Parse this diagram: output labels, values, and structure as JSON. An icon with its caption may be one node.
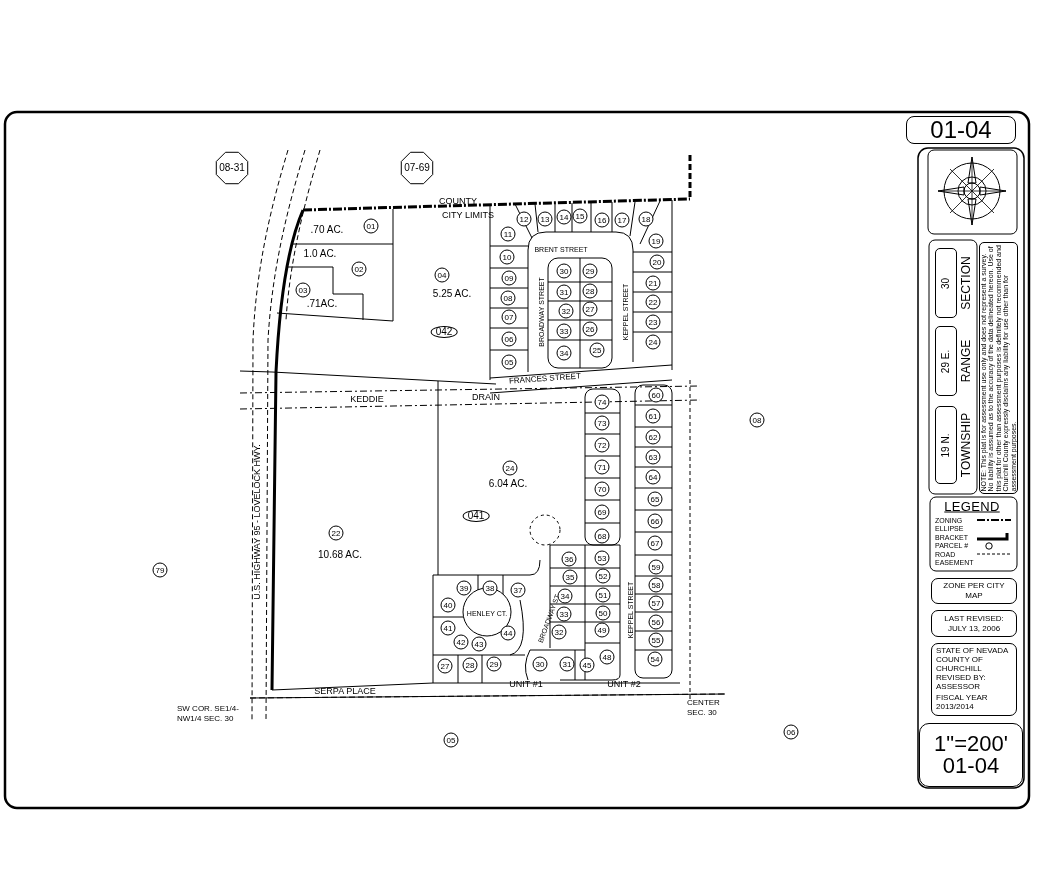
{
  "diagram": {
    "nodes": [
      {
        "text": [
          "01-04"
        ]
      },
      {
        "text": [
          "30"
        ],
        "beside": [
          "SECTION"
        ]
      },
      {
        "text": [
          "29 E."
        ],
        "beside": [
          "RANGE"
        ]
      },
      {
        "text": [
          "19 N."
        ],
        "beside": [
          "TOWNSHIP"
        ]
      },
      {
        "text": [
          "NOTE: This plat is for assessment use only and does not represent a survey. No liability is assumed as to the accuracy of the data delineated hereon. Use of this plat for other than assessment purposes is definitely not recommended and Churchill County expressly disclaims any liability for use other than for assessment purposes."
        ]
      },
      {
        "text": [
          "ZONE PER CITY MAP"
        ]
      },
      {
        "text": [
          "LAST REVISED: JULY 13, 2006"
        ]
      },
      {
        "text": [
          "STATE OF NEVADA COUNTY OF CHURCHILL REVISED BY: ASSESSOR",
          "FISCAL YEAR 2013/2014"
        ]
      },
      {
        "text": [
          "1\"=200'",
          "01-04"
        ]
      }
    ],
    "labels": [
      "LEGEND",
      "08-31",
      "07-69",
      "COUNTY",
      "CITY LIMITS",
      ".70 AC.",
      "01",
      "1.0 AC.",
      "02",
      "03",
      ".71AC.",
      "04",
      "5.25 AC.",
      "042",
      "BRENT STREET",
      "BROADWAY STREET",
      "KEPPEL STREET",
      "FRANCES STREET",
      "KEDDIE",
      "DRAIN",
      "08",
      "24",
      "6.04 AC.",
      "041",
      "22",
      "10.68 AC.",
      "79",
      "U.S. HIGHWAY 95 - LOVELOCK HWY.",
      "HENLEY CT.",
      "BROADWAY ST.",
      "KEPPEL STREET",
      "SERPA PLACE",
      "UNIT #1",
      "UNIT #2",
      "CENTER SEC. 30",
      "SW COR. SE1/4-NW1/4 SEC. 30",
      "05",
      "06",
      "12",
      "13",
      "14",
      "15",
      "16",
      "17",
      "18",
      "11",
      "19",
      "10",
      "20",
      "09",
      "21",
      "08",
      "22",
      "07",
      "23",
      "06",
      "24",
      "05",
      "30",
      "29",
      "31",
      "28",
      "32",
      "27",
      "33",
      "26",
      "34",
      "25",
      "60",
      "74",
      "61",
      "73",
      "62",
      "72",
      "63",
      "71",
      "64",
      "70",
      "65",
      "69",
      "66",
      "68",
      "67",
      "36",
      "53",
      "59",
      "35",
      "52",
      "58",
      "34",
      "51",
      "57",
      "33",
      "50",
      "56",
      "32",
      "49",
      "55",
      "39",
      "38",
      "37",
      "40",
      "41",
      "44",
      "43",
      "42",
      "27",
      "28",
      "29",
      "30",
      "31",
      "45",
      "48",
      "54"
    ],
    "legend": [
      {
        "text": "ZONING"
      },
      {
        "text": "ELLIPSE"
      },
      {
        "text": "BRACKET"
      },
      {
        "text": "PARCEL #"
      },
      {
        "text": "ROAD"
      },
      {
        "text": "EASEMENT"
      }
    ]
  }
}
